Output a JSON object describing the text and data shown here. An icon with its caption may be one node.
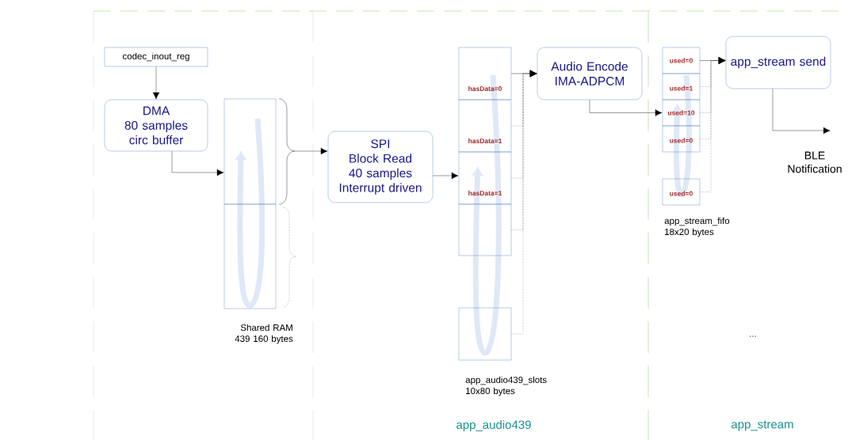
{
  "diagram": {
    "nodes": [
      {
        "text": [
          "codec_inout_reg"
        ]
      },
      {
        "text": [
          "DMA",
          "80 samples",
          "circ buffer"
        ]
      },
      {
        "text": [],
        "shape": "box"
      },
      {
        "text": [],
        "shape": "box"
      },
      {
        "text": [
          "SPI",
          "Block Read",
          "40 samples",
          "Interrupt driven"
        ]
      },
      {
        "text": [
          "hasData=0"
        ]
      },
      {
        "text": [
          "hasData=1"
        ]
      },
      {
        "text": [
          "hasData=1"
        ]
      },
      {
        "text": [],
        "shape": "box"
      },
      {
        "text": [],
        "shape": "box"
      },
      {
        "text": [
          "Audio Encode",
          "IMA-ADPCM"
        ]
      },
      {
        "text": [
          "used=0"
        ]
      },
      {
        "text": [
          "used=1"
        ]
      },
      {
        "text": [
          "used=10"
        ]
      },
      {
        "text": [
          "used=0"
        ]
      },
      {
        "text": [
          "used=0"
        ]
      },
      {
        "text": [
          "app_stream send"
        ]
      }
    ],
    "edges": [
      {
        "from": 0,
        "to": 1,
        "arrow": "to"
      },
      {
        "from": 1,
        "to": 2,
        "arrow": "to"
      },
      {
        "from": 2,
        "to": 4,
        "arrow": "to"
      },
      {
        "from": 4,
        "to": 7,
        "arrow": "to"
      },
      {
        "from": 5,
        "to": 10,
        "arrow": "to"
      },
      {
        "from": 6,
        "to": 10,
        "arrow": "to",
        "style": "dashed"
      },
      {
        "from": 7,
        "to": 10,
        "arrow": "to",
        "style": "dashed"
      },
      {
        "from": 8,
        "to": 10,
        "arrow": "to",
        "style": "dashed"
      },
      {
        "from": 9,
        "to": 10,
        "arrow": "to",
        "style": "dashed"
      },
      {
        "from": 10,
        "to": 13,
        "arrow": "to"
      },
      {
        "from": 11,
        "to": 16,
        "arrow": "to"
      },
      {
        "from": 12,
        "to": 16,
        "arrow": "to",
        "style": "dashed"
      },
      {
        "from": 13,
        "to": 16,
        "arrow": "to",
        "style": "dashed"
      },
      {
        "from": 14,
        "to": 16,
        "arrow": "to",
        "style": "dashed"
      },
      {
        "from": 15,
        "to": 16,
        "arrow": "to",
        "style": "dashed"
      },
      {
        "from": 16,
        "to": null,
        "arrow": "to"
      }
    ],
    "labels": [
      "Shared RAM 439 160 bytes",
      "app_audio439_slots 10x80 bytes",
      "app_stream_fifo 18x20 bytes",
      "BLE Notification",
      "...",
      "app_audio439",
      "app_stream"
    ]
  }
}
